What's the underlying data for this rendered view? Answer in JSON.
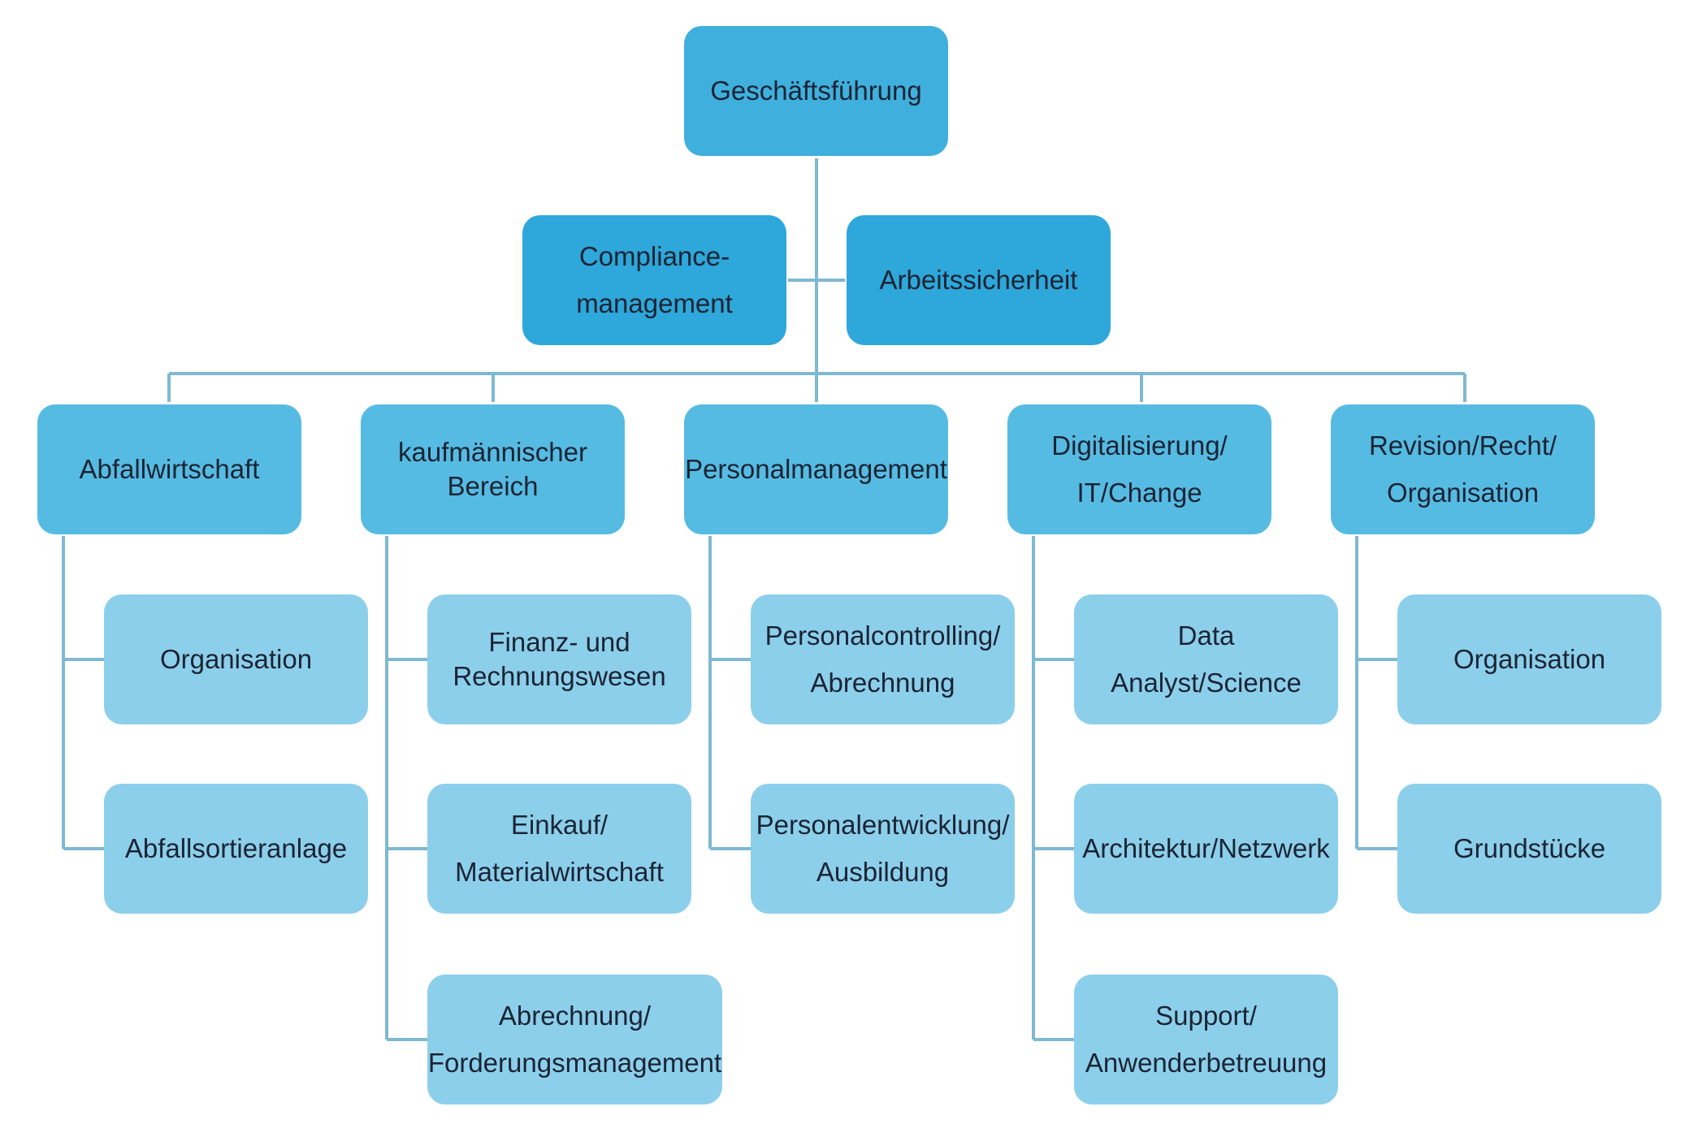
{
  "colors": {
    "top": "#3fb0de",
    "staff": "#2ea7da",
    "department": "#56bbe3",
    "unit": "#8ccfeb",
    "connector": "#7fb8d1",
    "text": "#1b2433"
  },
  "root": {
    "label": "Geschäftsführung"
  },
  "staff": [
    {
      "label": "Compliance-\nmanagement"
    },
    {
      "label": "Arbeitssicherheit"
    }
  ],
  "departments": [
    {
      "label": "Abfallwirtschaft",
      "units": [
        "Organisation",
        "Abfallsortieranlage"
      ]
    },
    {
      "label": "kaufmännischer\nBereich",
      "units": [
        "Finanz- und\nRechnungswesen",
        "Einkauf/\nMaterialwirtschaft",
        "Abrechnung/\nForderungsmanagement"
      ]
    },
    {
      "label": "Personalmanagement",
      "units": [
        "Personalcontrolling/\nAbrechnung",
        "Personalentwicklung/\nAusbildung"
      ]
    },
    {
      "label": "Digitalisierung/\nIT/Change",
      "units": [
        "Data Analyst/Science",
        "Architektur/Netzwerk",
        "Support/\nAnwenderbetreuung"
      ]
    },
    {
      "label": "Revision/Recht/\nOrganisation",
      "units": [
        "Organisation",
        "Grundstücke"
      ]
    }
  ]
}
